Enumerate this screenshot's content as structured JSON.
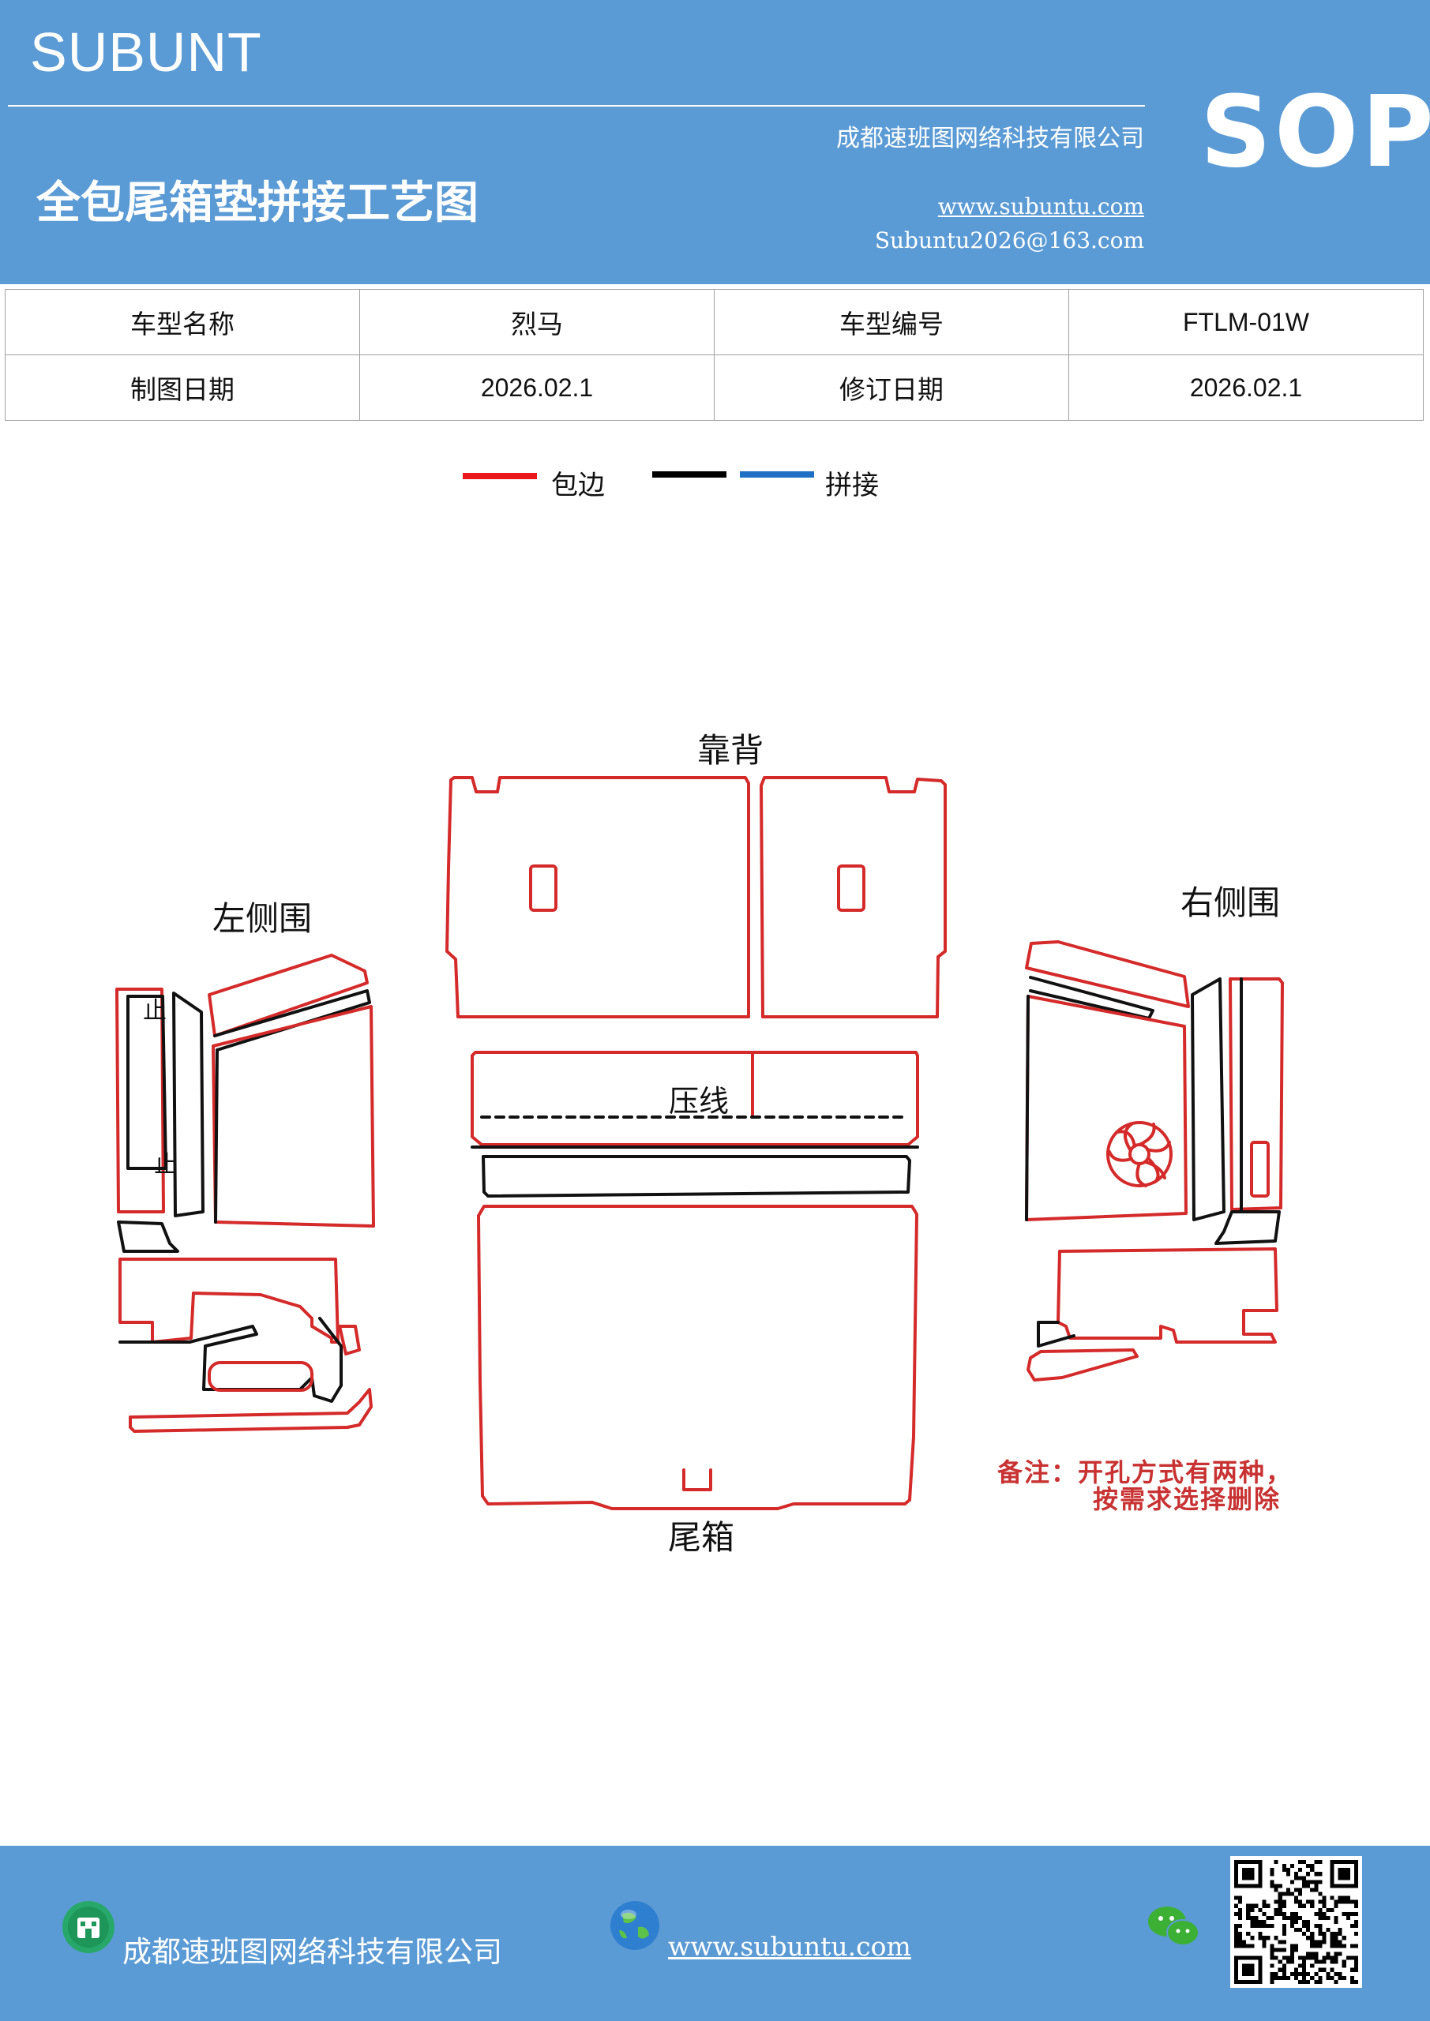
{
  "header": {
    "brand": "SUBUNT",
    "badge": "SOP",
    "company": "成都速班图网络科技有限公司",
    "title": "全包尾箱垫拼接工艺图",
    "website": "www.subuntu.com",
    "email": "Subuntu2026@163.com"
  },
  "info_table": {
    "rows": [
      [
        "车型名称",
        "烈马",
        "车型编号",
        "FTLM-01W"
      ],
      [
        "制图日期",
        "2026.02.1",
        "修订日期",
        "2026.02.1"
      ]
    ]
  },
  "legend": {
    "items": [
      {
        "label": "包边",
        "colors": [
          "#e8181c"
        ]
      },
      {
        "label": "拼接",
        "colors": [
          "#000000",
          "#1f6fc4"
        ]
      }
    ]
  },
  "diagram": {
    "label_backrest": "靠背",
    "label_left": "左侧围",
    "label_right": "右侧围",
    "label_crease": "压线",
    "label_trunk": "尾箱",
    "note_line1": "备注：开孔方式有两种，",
    "note_line2": "按需求选择删除",
    "stop_mark_1": "止",
    "stop_mark_2": "止",
    "colors": {
      "edge": "#d42a2a",
      "seam": "#111111",
      "note": "#c83232"
    }
  },
  "footer": {
    "company": "成都速班图网络科技有限公司",
    "website": "www.subuntu.com",
    "icons": [
      "building-icon",
      "globe-icon",
      "wechat-icon",
      "qr-code"
    ]
  }
}
